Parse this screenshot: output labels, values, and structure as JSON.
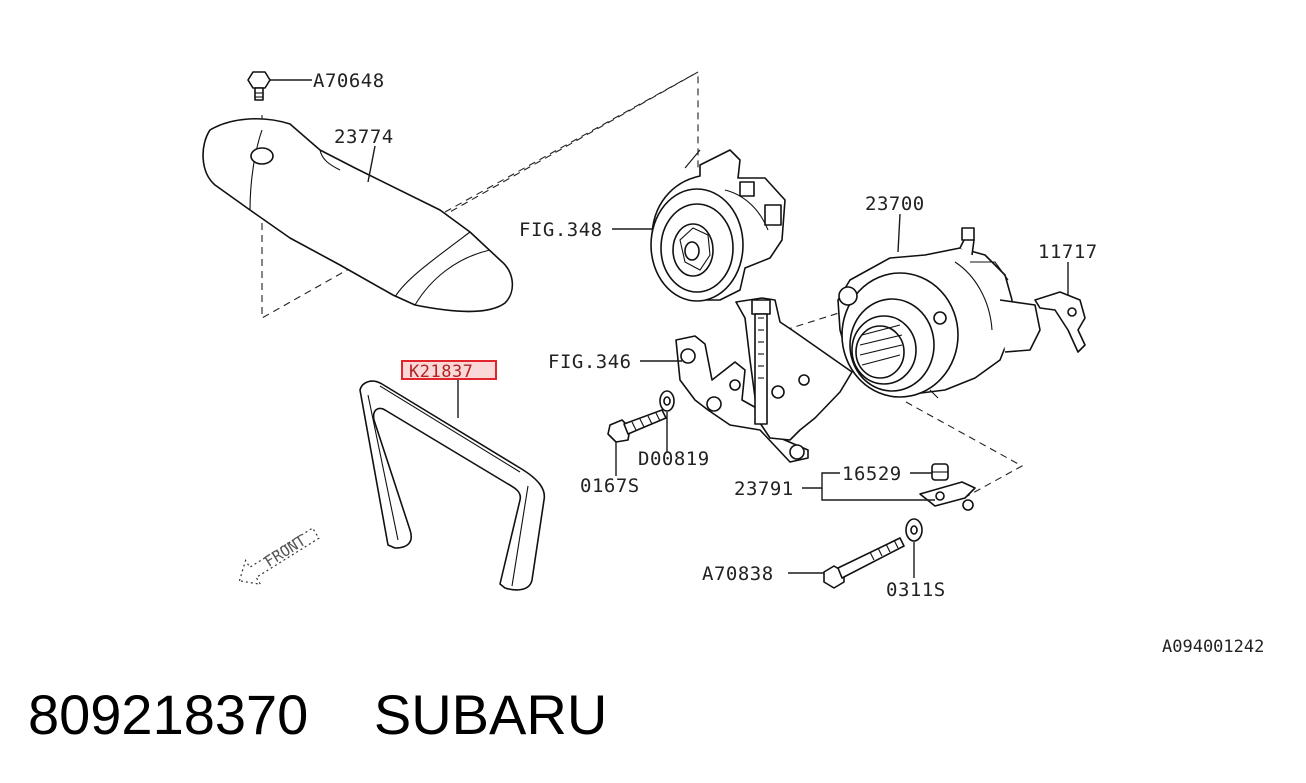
{
  "callouts": {
    "a70648": "A70648",
    "p23774": "23774",
    "fig348": "FIG.348",
    "p23700": "23700",
    "p11717": "11717",
    "k21837": "K21837",
    "fig346": "FIG.346",
    "d00819": "D00819",
    "p0167s": "0167S",
    "p16529": "16529",
    "p23791": "23791",
    "a70838": "A70838",
    "p0311s": "0311S",
    "front": "FRONT"
  },
  "diagram_code": "A094001242",
  "footer": {
    "part_number": "809218370",
    "brand": "SUBARU"
  },
  "highlight_color": "#e0262b"
}
